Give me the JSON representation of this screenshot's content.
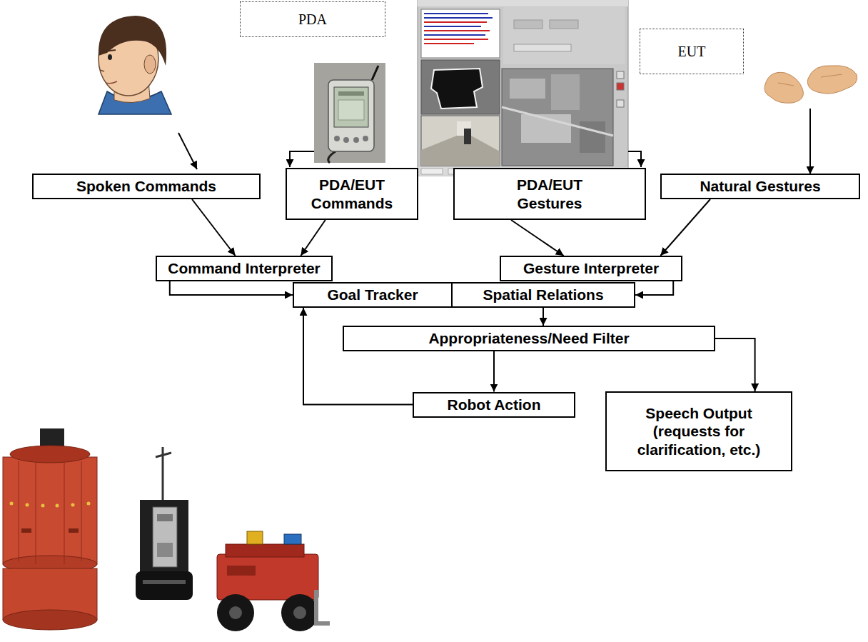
{
  "diagram": {
    "nodes": [
      {
        "text": [
          "PDA"
        ]
      },
      {
        "text": [
          "EUT"
        ]
      },
      {
        "text": [
          "Spoken Commands"
        ]
      },
      {
        "text": [
          "PDA/EUT Commands"
        ]
      },
      {
        "text": [
          "PDA/EUT Gestures"
        ]
      },
      {
        "text": [
          "Natural Gestures"
        ]
      },
      {
        "text": [
          "Command Interpreter"
        ]
      },
      {
        "text": [
          "Gesture Interpreter"
        ]
      },
      {
        "text": [
          "Goal Tracker"
        ]
      },
      {
        "text": [
          "Spatial Relations"
        ]
      },
      {
        "text": [
          "Appropriateness/Need Filter"
        ]
      },
      {
        "text": [
          "Robot Action"
        ]
      },
      {
        "text": [
          "Speech Output (requests for clarification, etc.)"
        ]
      }
    ],
    "edges": [
      {
        "from": 2,
        "to": 6,
        "arrow": "to"
      },
      {
        "from": 3,
        "to": 6,
        "arrow": "to"
      },
      {
        "from": 4,
        "to": 7,
        "arrow": "to"
      },
      {
        "from": 5,
        "to": 7,
        "arrow": "to"
      },
      {
        "from": 6,
        "to": 8,
        "arrow": "to"
      },
      {
        "from": 7,
        "to": 9,
        "arrow": "to"
      },
      {
        "from": 9,
        "to": 10,
        "arrow": "to"
      },
      {
        "from": 10,
        "to": 11,
        "arrow": "to"
      },
      {
        "from": 10,
        "to": 12,
        "arrow": "to"
      },
      {
        "from": 11,
        "to": 8,
        "arrow": "to"
      }
    ]
  }
}
